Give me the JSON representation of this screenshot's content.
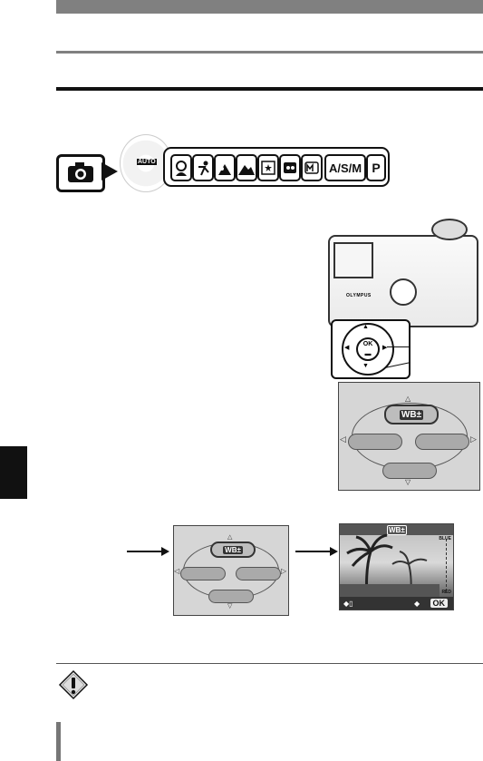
{
  "mode_strip": {
    "dial_label": "AUTO",
    "keys": [
      "A/S/M",
      "P"
    ],
    "icons": [
      "portrait-icon",
      "sports-icon",
      "landscape-portrait-icon",
      "landscape-icon",
      "night-scene-icon",
      "self-portrait-icon",
      "my-mode-icon"
    ]
  },
  "camera": {
    "brand": "OLYMPUS"
  },
  "arrow_pad": {
    "center": "OK"
  },
  "wb_menu": {
    "chip": "WB±"
  },
  "preview": {
    "chip": "WB±",
    "ok": "OK",
    "scale_top": "BLUE",
    "scale_bottom": "RED"
  },
  "colors": {
    "rule": "#808080",
    "menu_bg": "#d6d6d6",
    "pill": "#aaaaaa"
  }
}
